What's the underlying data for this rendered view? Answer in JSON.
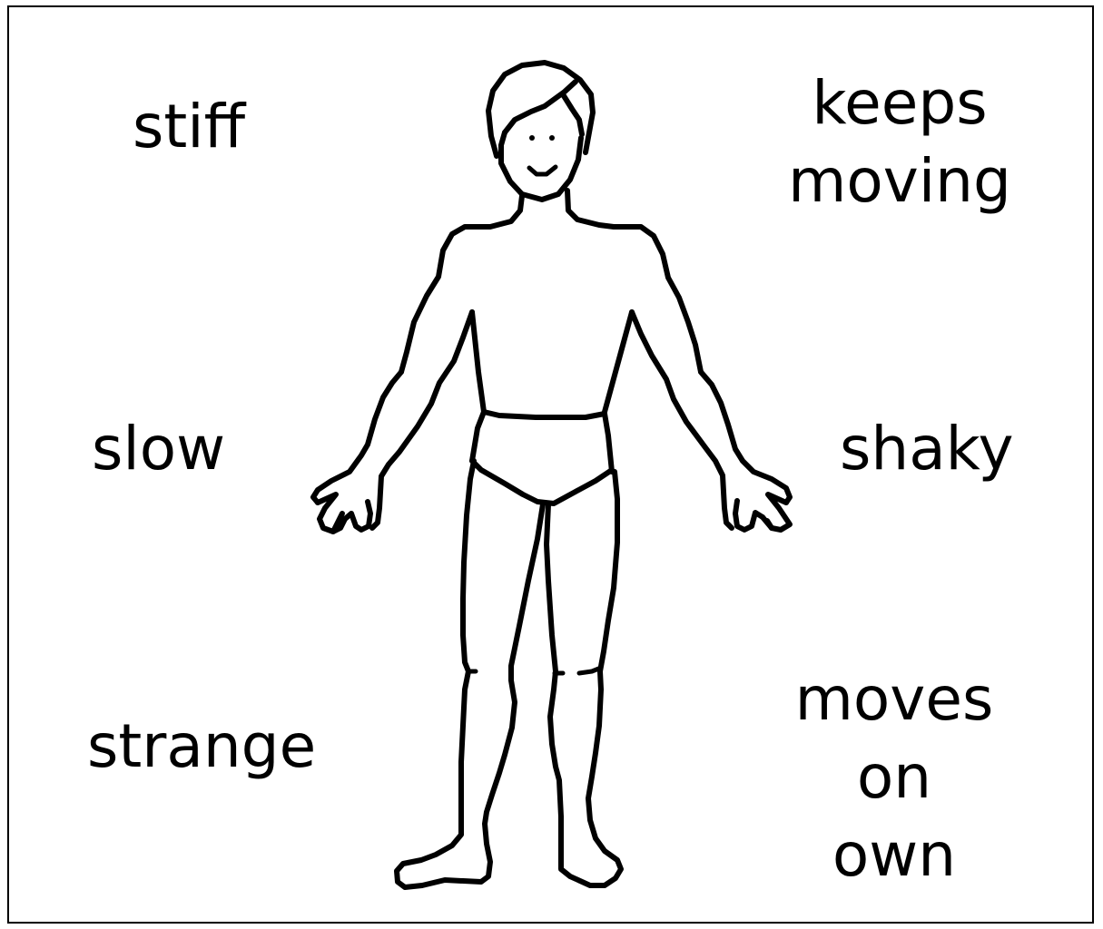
{
  "labels": {
    "stiff": "stiff",
    "keeps_moving": "keeps\nmoving",
    "slow": "slow",
    "shaky": "shaky",
    "strange": "strange",
    "moves_on_own": "moves\non\nown"
  },
  "colors": {
    "background": "#ffffff",
    "ink": "#000000"
  },
  "icons": [
    "human-figure-icon"
  ]
}
